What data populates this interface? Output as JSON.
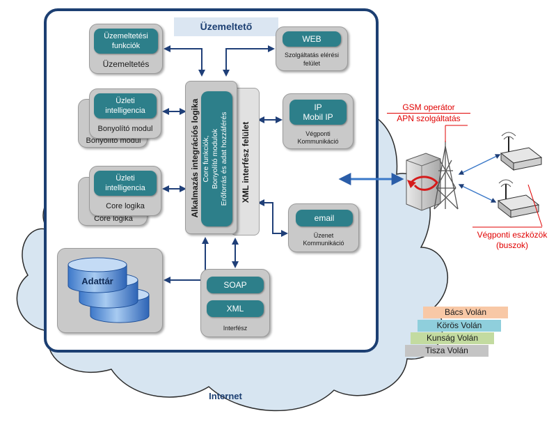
{
  "operator_title": "Üzemeltető",
  "internet_label": "Internet",
  "uzemeltetes": {
    "pill": [
      "Üzemeltetési",
      "funkciók"
    ],
    "caption": "Üzemeltetés"
  },
  "web": {
    "pill": "WEB",
    "caption": [
      "Szolgáltatás elérési",
      "felület"
    ]
  },
  "bonyolito": {
    "pill": [
      "Üzleti",
      "intelligencia"
    ],
    "caption": "Bonyolító modul",
    "caption_back": "Bonyolító modul"
  },
  "core": {
    "pill": [
      "Üzleti",
      "intelligencia"
    ],
    "caption": "Core logika",
    "caption_back": "Core logika"
  },
  "integration": {
    "title": "Alkalmazás integrációs logika",
    "pill": [
      "Core funkciók,",
      "Bonyolító modulok",
      "Erőforrás és adat hozzáférés"
    ],
    "xml_interface": "XML interfész felület"
  },
  "ip": {
    "pill": [
      "IP",
      "Mobil IP"
    ],
    "caption": [
      "Végponti",
      "Kommunikáció"
    ]
  },
  "email": {
    "pill": "email",
    "caption": [
      "Üzenet",
      "Kommunikáció"
    ]
  },
  "adattar": {
    "label": "Adattár"
  },
  "interfesz": {
    "soap": "SOAP",
    "xml": "XML",
    "caption": "Interfész"
  },
  "gsm": {
    "line1": "GSM operátor",
    "line2": "APN szolgáltatás"
  },
  "endpoints": {
    "line1": "Végponti eszközök",
    "line2": "(buszok)"
  },
  "volan": [
    {
      "name": "Bács Volán",
      "color": "#f8c8a6"
    },
    {
      "name": "Körös Volán",
      "color": "#8fcfdc"
    },
    {
      "name": "Kunság Volán",
      "color": "#c3dba0"
    },
    {
      "name": "Tisza Volán",
      "color": "#c4c4c4"
    }
  ],
  "colors": {
    "frame": "#1c3f72",
    "pill": "#2d7f8a",
    "arrow": "#2a5da8",
    "cloud": "#d7e5f1",
    "accent_red": "#e00000"
  }
}
